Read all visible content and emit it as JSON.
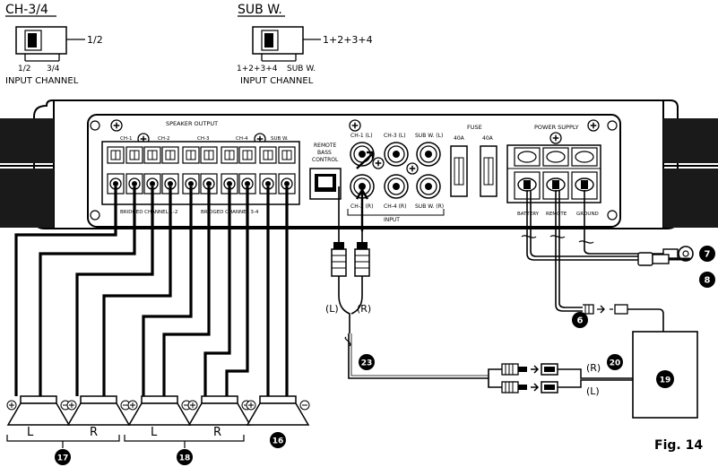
{
  "switch_ch34": {
    "title": "CH-3/4",
    "side_label": "1/2",
    "pos_left": "1/2",
    "pos_right": "3/4",
    "caption": "INPUT CHANNEL"
  },
  "switch_sub": {
    "title": "SUB W.",
    "side_label": "1+2+3+4",
    "pos_left": "1+2+3+4",
    "pos_right": "SUB W.",
    "caption": "INPUT CHANNEL"
  },
  "panel": {
    "speaker_output": "SPEAKER OUTPUT",
    "ch_labels": [
      "CH-1",
      "CH-2",
      "CH-3",
      "CH-4",
      "SUB W."
    ],
    "bridge_labels": [
      "BRIDGED CHANNEL 1-2",
      "BRIDGED CHANNEL 3-4"
    ],
    "remote_bass": [
      "REMOTE",
      "BASS",
      "CONTROL"
    ],
    "input_labels": {
      "ch1l": "CH-1 (L)",
      "ch2r": "CH-2 (R)",
      "ch3l": "CH-3 (L)",
      "ch4r": "CH-4 (R)",
      "subl": "SUB W. (L)",
      "subr": "SUB W. (R)"
    },
    "input": "INPUT",
    "fuse": "FUSE",
    "fuse_values": [
      "40A",
      "40A"
    ],
    "power_supply": "POWER SUPPLY",
    "power_terms": [
      "BATTERY",
      "REMOTE",
      "GROUND"
    ]
  },
  "wiring": {
    "rca_l": "(L)",
    "rca_r": "(R)",
    "out_r": "(R)",
    "out_l": "(L)"
  },
  "speakers": {
    "pair1": [
      "L",
      "R"
    ],
    "pair2": [
      "L",
      "R"
    ]
  },
  "callouts": [
    "7",
    "8",
    "6",
    "23",
    "20",
    "19",
    "16",
    "17",
    "18"
  ],
  "figure_label": "Fig. 14"
}
